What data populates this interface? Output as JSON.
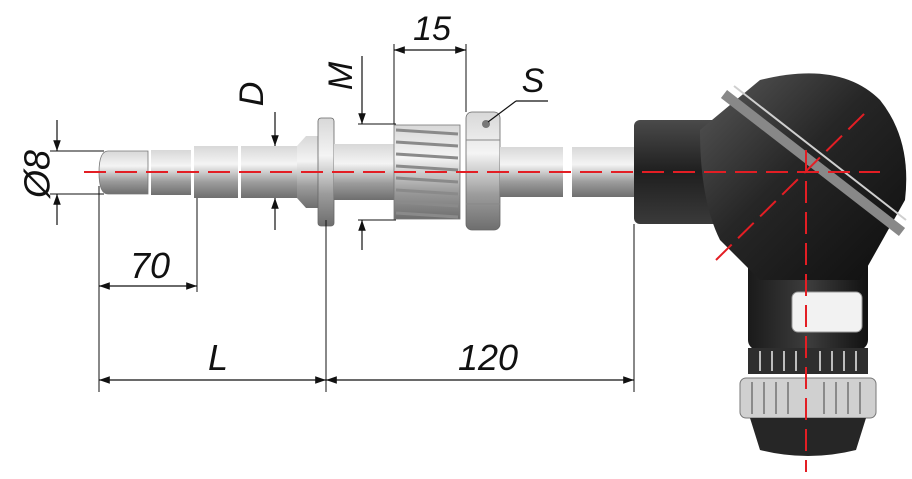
{
  "labels": {
    "diameter": "Ø8",
    "d": "D",
    "m": "M",
    "thread_len": "15",
    "s": "S",
    "tip_len": "70",
    "l": "L",
    "neck_len": "120"
  },
  "colors": {
    "axis": "#e31e24",
    "metal": "#9a9a9a",
    "head": "#2b2b2b"
  }
}
